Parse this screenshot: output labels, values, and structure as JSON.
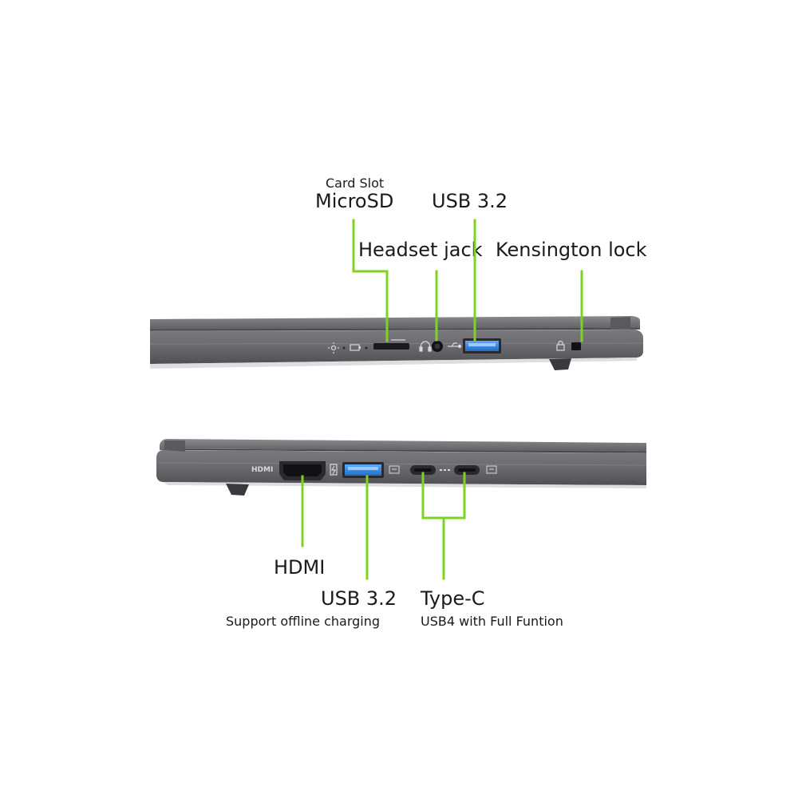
{
  "colors": {
    "callout_line": "#7ed321",
    "chassis": "#6e6e72",
    "chassis_dark": "#4a4a4e",
    "port_usb_blue": "#3a8ee6",
    "text": "#1a1a1a"
  },
  "labels": {
    "card_slot_caption": "Card Slot",
    "microsd": "MicroSD",
    "usb_top": "USB 3.2",
    "headset": "Headset jack",
    "kensington": "Kensington lock",
    "hdmi": "HDMI",
    "usb_bottom": "USB 3.2",
    "usb_bottom_sub": "Support offline charging",
    "typec": "Type-C",
    "typec_sub": "USB4 with Full Funtion"
  },
  "port_marks": {
    "hdmi_mark": "HDMI"
  },
  "icons": {
    "power_led": "sun-icon",
    "battery_led": "battery-icon",
    "headset_symbol": "headset-icon",
    "usb_symbol": "usb-icon",
    "lock_symbol": "lock-icon",
    "charge_symbol": "battery-charge-icon",
    "dp_symbol": "displayport-icon"
  }
}
